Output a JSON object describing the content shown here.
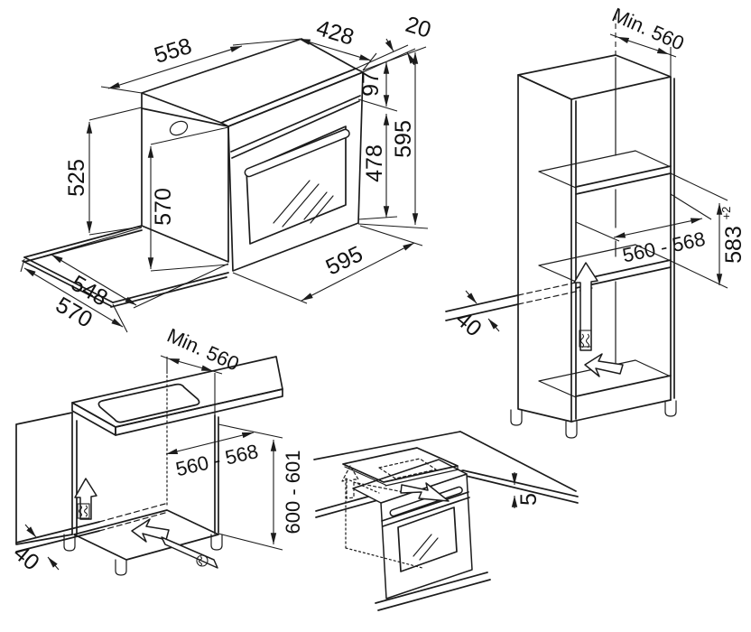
{
  "colors": {
    "line": "#1c1c1c",
    "background": "#ffffff"
  },
  "oven_view": {
    "dim_top_depth": "558",
    "dim_top_width": "428",
    "dim_frame_thickness": "20",
    "dim_panel_height": "97",
    "dim_door_height": "478",
    "dim_front_height": "595",
    "dim_rear_height": "525",
    "dim_cavity_height": "570",
    "dim_base_depth_inner": "548",
    "dim_base_depth_outer": "570",
    "dim_front_width": "595"
  },
  "tall_cabinet_view": {
    "dim_min_depth": "Min. 560",
    "dim_niche_width": "560 - 568",
    "dim_niche_height": "583",
    "dim_niche_height_tolerance": "+2",
    "dim_vent_gap": "40"
  },
  "base_cabinet_view": {
    "dim_min_depth": "Min. 560",
    "dim_niche_width": "560 - 568",
    "dim_niche_height": "600 - 601",
    "dim_vent_gap": "40"
  },
  "hob_clearance_view": {
    "dim_gap": "5"
  }
}
